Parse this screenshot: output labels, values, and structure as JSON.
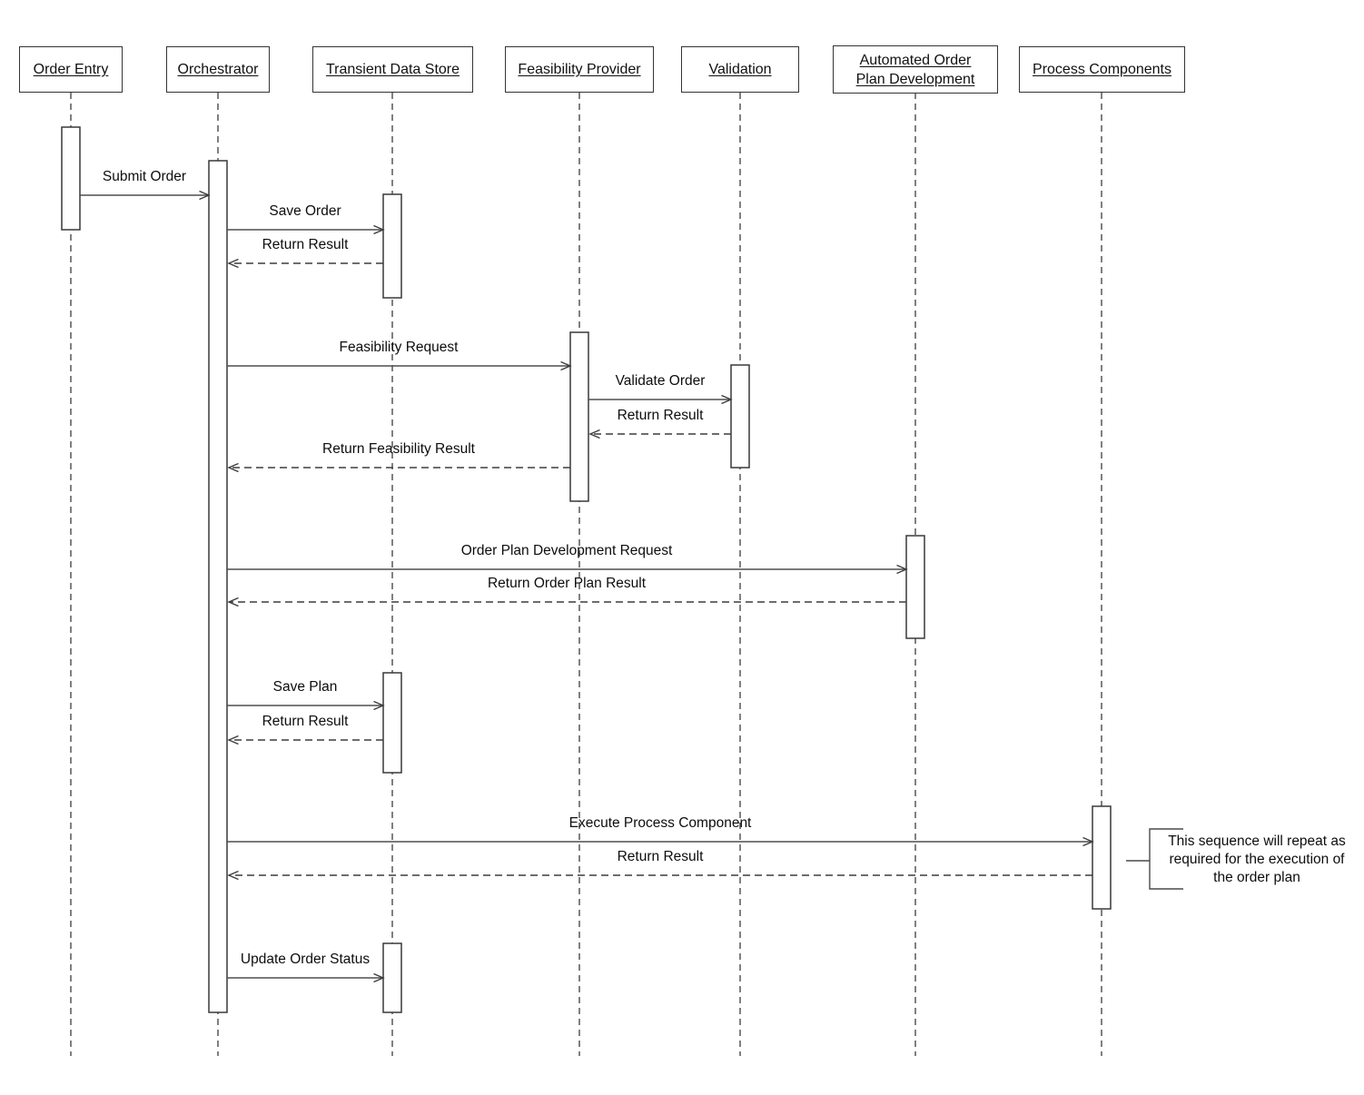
{
  "diagram": {
    "type": "uml-sequence-diagram",
    "colors": {
      "line": "#3d3d3d",
      "text": "#0d0d0d",
      "background": "#ffffff",
      "activation_fill": "#ffffff"
    },
    "actors": [
      {
        "id": "order-entry",
        "name": "Order Entry"
      },
      {
        "id": "orchestrator",
        "name": "Orchestrator"
      },
      {
        "id": "transient-data-store",
        "name": "Transient Data Store"
      },
      {
        "id": "feasibility-provider",
        "name": "Feasibility Provider"
      },
      {
        "id": "validation",
        "name": "Validation"
      },
      {
        "id": "automated-order-plan-development",
        "name": "Automated Order Plan Development",
        "lines": [
          "Automated Order",
          "Plan Development"
        ]
      },
      {
        "id": "process-components",
        "name": "Process Components"
      }
    ],
    "messages": [
      {
        "label": "Submit Order",
        "from": "Order Entry",
        "to": "Orchestrator",
        "style": "solid"
      },
      {
        "label": "Save Order",
        "from": "Orchestrator",
        "to": "Transient Data Store",
        "style": "solid"
      },
      {
        "label": "Return Result",
        "from": "Transient Data Store",
        "to": "Orchestrator",
        "style": "dashed"
      },
      {
        "label": "Feasibility Request",
        "from": "Orchestrator",
        "to": "Feasibility Provider",
        "style": "solid"
      },
      {
        "label": "Validate Order",
        "from": "Feasibility Provider",
        "to": "Validation",
        "style": "solid"
      },
      {
        "label": "Return Result",
        "from": "Validation",
        "to": "Feasibility Provider",
        "style": "dashed"
      },
      {
        "label": "Return Feasibility Result",
        "from": "Feasibility Provider",
        "to": "Orchestrator",
        "style": "dashed"
      },
      {
        "label": "Order Plan Development Request",
        "from": "Orchestrator",
        "to": "Automated Order Plan Development",
        "style": "solid"
      },
      {
        "label": "Return Order Plan Result",
        "from": "Automated Order Plan Development",
        "to": "Orchestrator",
        "style": "dashed"
      },
      {
        "label": "Save Plan",
        "from": "Orchestrator",
        "to": "Transient Data Store",
        "style": "solid"
      },
      {
        "label": "Return Result",
        "from": "Transient Data Store",
        "to": "Orchestrator",
        "style": "dashed"
      },
      {
        "label": "Execute Process Component",
        "from": "Orchestrator",
        "to": "Process Components",
        "style": "solid"
      },
      {
        "label": "Return Result",
        "from": "Process Components",
        "to": "Orchestrator",
        "style": "dashed"
      },
      {
        "label": "Update Order Status",
        "from": "Orchestrator",
        "to": "Transient Data Store",
        "style": "solid"
      }
    ],
    "annotation": {
      "text": "This sequence will repeat as required for the execution of the order plan",
      "lines": [
        "This sequence will repeat as",
        "required for the execution of",
        "the order plan"
      ],
      "attached_to": "Process Components"
    }
  }
}
